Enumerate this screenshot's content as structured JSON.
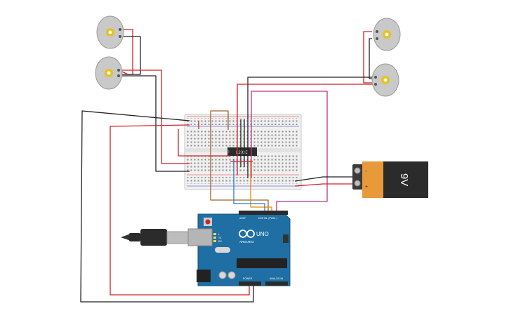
{
  "battery": {
    "label": "9V",
    "plus": "+",
    "minus": "-"
  },
  "driver_chip": {
    "label": "L293D"
  },
  "arduino": {
    "logo": "ARDUINO",
    "model": "UNO",
    "digital_label": "DIGITAL (PWM~)",
    "power_label": "POWER",
    "analog_label": "ANALOG IN",
    "aref_label": "AREF",
    "tx_label": "TX",
    "rx_label": "RX",
    "l_label": "L"
  },
  "colors": {
    "wire_red": "#d0202a",
    "wire_black": "#222222",
    "wire_orange": "#e8890c",
    "wire_brown": "#a0602a",
    "wire_blue": "#1f7fd0",
    "wire_magenta": "#c0308a",
    "board_blue": "#1f6fa4",
    "breadboard": "#f0f0f0",
    "battery_orange": "#e89a3a",
    "battery_black": "#2b2b2b",
    "motor_gray": "#c9c9c9",
    "motor_gold": "#e8c020"
  }
}
